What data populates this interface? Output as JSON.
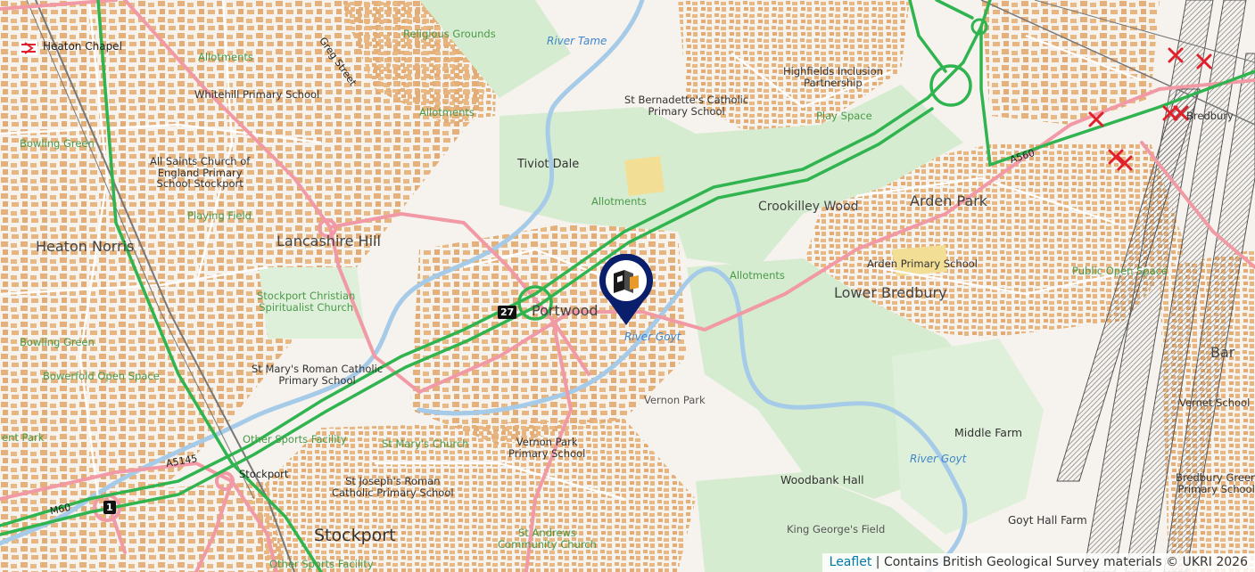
{
  "attribution": {
    "link": "Leaflet",
    "separator": " | ",
    "text": "Contains British Geological Survey materials © UKRI 2026"
  },
  "marker": {
    "icon": "location-pin-icon",
    "color": "#0a1f6b"
  },
  "colors": {
    "motorway": "#2fb44f",
    "a_road": "#f19aa5",
    "river": "#a6cbe8",
    "woodland": "#d3ebcd",
    "building": "#e7b47c",
    "hatch": "#666666",
    "cross": "#e0212c"
  },
  "labels": {
    "heaton_chapel": "Heaton Chapel",
    "religious_grounds": "Religious Grounds",
    "river_tame": "River Tame",
    "greg_street": "Greg Street",
    "allotments_1": "Allotments",
    "whitehill": "Whitehill Primary School",
    "allotments_2": "Allotments",
    "st_bernadettes": "St Bernadette's Catholic\nPrimary School",
    "highfields": "Highfields Inclusion\nPartnership",
    "play_space": "Play Space",
    "bredbury_cut": "Bredbury",
    "bowling_green_1": "Bowling Green",
    "all_saints": "All Saints Church of\nEngland Primary\nSchool Stockport",
    "playing_field": "Playing Field",
    "tiviot_dale": "Tiviot Dale",
    "a560": "A560",
    "allotments_3": "Allotments",
    "crookilley": "Crookilley Wood",
    "arden_park": "Arden Park",
    "heaton_norris": "Heaton Norris",
    "lancashire_hill": "Lancashire Hill",
    "arden_primary": "Arden Primary School",
    "public_open": "Public Open Space",
    "stockport_christian": "Stockport Christian\nSpiritualist Church",
    "allotments_4": "Allotments",
    "lower_bredbury": "Lower Bredbury",
    "junction_27": "27",
    "portwood": "Portwood",
    "river_goyt_1": "River Goyt",
    "bowling_green_2": "Bowling Green",
    "bar_cut": "Bar",
    "st_marys_rc": "St Mary's Roman Catholic\nPrimary School",
    "bowerfold": "Bowerfold Open Space",
    "vernon_park": "Vernon Park",
    "vernet_school": "Vernet School",
    "ent_park": "ent Park",
    "other_sports_1": "Other Sports Facility",
    "st_marys_church": "St Mary's Church",
    "vernon_park_primary": "Vernon Park\nPrimary School",
    "middle_farm": "Middle Farm",
    "a5145": "A5145",
    "stockport_station": "Stockport",
    "river_goyt_2": "River Goyt",
    "st_josephs": "St Joseph's Roman\nCatholic Primary School",
    "woodbank_hall": "Woodbank Hall",
    "bredbury_green": "Bredbury Green\nPrimary School",
    "m60": "M60",
    "junction_1": "1",
    "goyt_hall": "Goyt Hall Farm",
    "stockport": "Stockport",
    "st_andrews": "St Andrews\nCommunity Church",
    "king_georges": "King George's Field",
    "other_sports_2": "Other Sports Facility"
  }
}
